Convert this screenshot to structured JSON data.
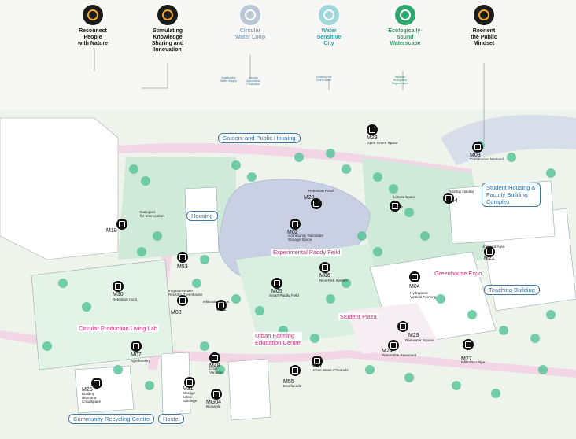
{
  "goals": [
    {
      "label": "Reconnect\nPeople\nwith Nature",
      "color": "#1b1b1b",
      "icon": "eye-sun-icon",
      "text_color": "#111111"
    },
    {
      "label": "Stimulating\nKnowledge\nSharing and\nInnovation",
      "color": "#1b1b1b",
      "icon": "lightbulb-icon",
      "text_color": "#111111"
    },
    {
      "label": "Circular\nWater Loop",
      "color": "#b9c7d6",
      "icon": "water-cycle-icon",
      "text_color": "#8aa3bd"
    },
    {
      "label": "Water\nSensitive\nCity",
      "color": "#9fd7da",
      "icon": "rain-city-icon",
      "text_color": "#2ea3ad"
    },
    {
      "label": "Ecologically-\nsound\nWaterscape",
      "color": "#2fa86f",
      "icon": "leaf-icon",
      "text_color": "#2e9a66"
    },
    {
      "label": "Reorient\nthe Public\nMindset",
      "color": "#1b1b1b",
      "icon": "head-icon",
      "text_color": "#111111"
    }
  ],
  "subs": [
    {
      "text": "Sustainable\nWater Supply"
    },
    {
      "text": "Circular\nAgricultural\nProduction"
    },
    {
      "text": "Delaying the\nStorm water"
    },
    {
      "text": "Riparian\nEcosystem\nRegeneration"
    }
  ],
  "measures": [
    {
      "code": "M23",
      "desc": "Open Green Space"
    },
    {
      "code": "M03",
      "desc": "Constructed Wetland"
    },
    {
      "code": "M28",
      "desc": "Retention Pond"
    },
    {
      "code": "M46",
      "desc": "Littoral Space"
    },
    {
      "code": "M54",
      "desc": "Rooftop Habitat"
    },
    {
      "code": "M19",
      "desc": "Canopies\nfor Interception"
    },
    {
      "code": "M02",
      "desc": "Community Rainwater\nStorage Space"
    },
    {
      "code": "M53",
      "desc": ""
    },
    {
      "code": "M21",
      "desc": "Unpaved Area"
    },
    {
      "code": "M06",
      "desc": "Rice-Fish System"
    },
    {
      "code": "M30",
      "desc": "Retention roofs"
    },
    {
      "code": "M05",
      "desc": "Smart Paddy Field"
    },
    {
      "code": "M04",
      "desc": "Hydroponic\nVertical Farming"
    },
    {
      "code": "M08",
      "desc": "Irrigation Water\nReusing Greenhouse"
    },
    {
      "code": "M22",
      "desc": "Infiltration Strips"
    },
    {
      "code": "M29",
      "desc": "Rainwater Square"
    },
    {
      "code": "M24",
      "desc": "Permeable Pavement"
    },
    {
      "code": "M27",
      "desc": "Infiltration Pipe"
    },
    {
      "code": "M07",
      "desc": "Agroforestry"
    },
    {
      "code": "M48",
      "desc": "Crop\nVariation"
    },
    {
      "code": "M17",
      "desc": "Urban Water Channels"
    },
    {
      "code": "M55",
      "desc": "Eco-facade"
    },
    {
      "code": "M25",
      "desc": "Building\nwithout a\nCrawlspace"
    },
    {
      "code": "M31",
      "desc": "Storage\nbelow\nbuildings"
    },
    {
      "code": "MG04",
      "desc": "Bioswale"
    }
  ],
  "zones": [
    {
      "text": "Student and Public Housing",
      "style": "zb"
    },
    {
      "text": "Housing",
      "style": "zb"
    },
    {
      "text": "Student Housing &\nFaculty Building\nComplex",
      "style": "zb"
    },
    {
      "text": "Experimental Paddy Feild",
      "style": "zp"
    },
    {
      "text": "Greenhouse Expo",
      "style": "zp"
    },
    {
      "text": "Teaching Building",
      "style": "zb"
    },
    {
      "text": "Student Plaza",
      "style": "zp"
    },
    {
      "text": "Circular Production Living Lab",
      "style": "zp"
    },
    {
      "text": "Urban Farming\nEducation Centre",
      "style": "zp"
    },
    {
      "text": "Community Recycling Centre",
      "style": "zb"
    },
    {
      "text": "Hostel",
      "style": "zb"
    }
  ],
  "colors": {
    "pond": "#c9d0e4",
    "green": "#bfe6cf",
    "tree": "#5cc49a",
    "road": "#f3d6e5",
    "build": "#ffffff",
    "line": "#9aa0a6"
  }
}
